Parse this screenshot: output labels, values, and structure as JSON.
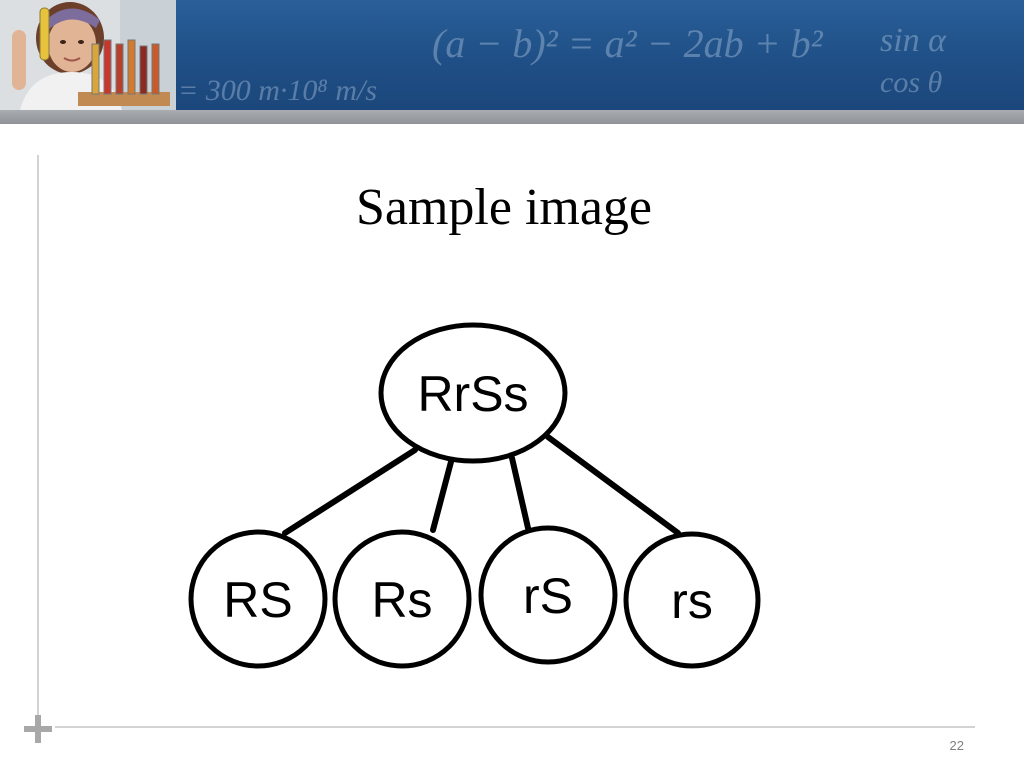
{
  "slide": {
    "title": "Sample image",
    "slide_number": "22"
  },
  "banner": {
    "formulas": [
      "(a − b)² = a² − 2ab + b²",
      "sin α",
      "cos θ",
      "= 300 m·10⁸ m/s"
    ]
  },
  "diagram": {
    "root": {
      "label": "RrSs"
    },
    "children": [
      {
        "label": "RS"
      },
      {
        "label": "Rs"
      },
      {
        "label": "rS"
      },
      {
        "label": "rs"
      }
    ]
  },
  "colors": {
    "banner_blue": "#1f4f86",
    "banner_grey": "#9a9da1",
    "frame_line": "#d3d3d3",
    "ink": "#000000"
  }
}
